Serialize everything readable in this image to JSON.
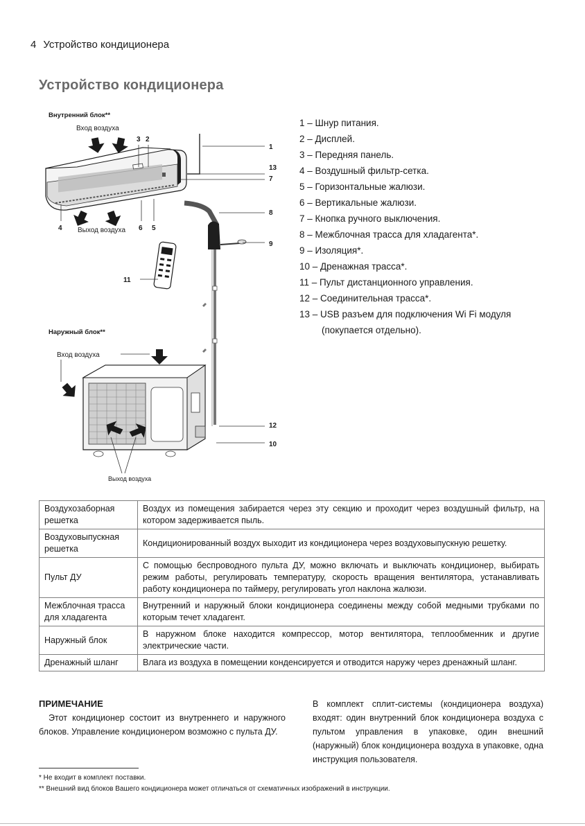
{
  "header": {
    "page_number": "4",
    "text": "Устройство кондиционера"
  },
  "title": "Устройство кондиционера",
  "diagram": {
    "indoor_title": "Внутренний блок**",
    "indoor_air_in": "Вход воздуха",
    "indoor_air_out": "Выход воздуха",
    "outdoor_title": "Наружный блок**",
    "outdoor_air_in": "Вход воздуха",
    "outdoor_air_out": "Выход воздуха",
    "callouts": {
      "n1": "1",
      "n2": "2",
      "n3": "3",
      "n4": "4",
      "n5": "5",
      "n6": "6",
      "n7": "7",
      "n8": "8",
      "n9": "9",
      "n10": "10",
      "n11": "11",
      "n12": "12",
      "n13": "13"
    }
  },
  "legend": [
    "1 – Шнур питания.",
    "2 – Дисплей.",
    "3 – Передняя панель.",
    "4 – Воздушный фильтр-сетка.",
    "5 – Горизонтальные жалюзи.",
    "6 – Вертикальные жалюзи.",
    "7 – Кнопка ручного выключения.",
    "8 – Межблочная трасса для хладагента*.",
    "9 – Изоляция*.",
    "10 – Дренажная трасса*.",
    "11 – Пульт дистанционного управления.",
    "12 – Соединительная трасса*.",
    "13 – USB разъем для подключения Wi Fi модуля"
  ],
  "legend_cont": "(покупается отдельно).",
  "table": [
    {
      "term": "Воздухозаборная решетка",
      "desc": "Воздух из помещения забирается через эту секцию и проходит через воздушный фильтр, на котором задерживается пыль."
    },
    {
      "term": "Воздуховыпускная решетка",
      "desc": "Кондиционированный воздух выходит из кондиционера через воздуховыпускную решетку."
    },
    {
      "term": "Пульт ДУ",
      "desc": "С помощью беспроводного пульта ДУ, можно включать и выключать кондиционер, выбирать режим работы, регулировать температуру, скорость вращения вентилятора, устанавливать работу кондиционера по таймеру, регулировать угол наклона жалюзи."
    },
    {
      "term": "Межблочная трасса для хладагента",
      "desc": "Внутренний и наружный блоки кондиционера соединены между собой медными трубками по которым течет хладагент."
    },
    {
      "term": "Наружный блок",
      "desc": "В наружном блоке находится компрессор, мотор вентилятора, теплообменник и другие электрические части."
    },
    {
      "term": "Дренажный шланг",
      "desc": "Влага из воздуха в помещении конденсируется и отводится наружу через дренажный шланг."
    }
  ],
  "note": {
    "title": "ПРИМЕЧАНИЕ",
    "text": "Этот кондиционер состоит из внутреннего и наружного блоков. Управление кондиционером возможно с пульта ДУ."
  },
  "kit_text": "В комплект сплит-системы (кондиционера воздуха) входят: один внутренний блок кондиционера воздуха с пультом управления в упаковке, один внешний (наружный) блок кондиционера воздуха в упаковке, одна инструкция пользователя.",
  "footnotes": [
    "* Не входит в комплект поставки.",
    "** Внешний вид блоков Вашего кондиционера может отличаться от схематичных изображений в инструкции."
  ]
}
